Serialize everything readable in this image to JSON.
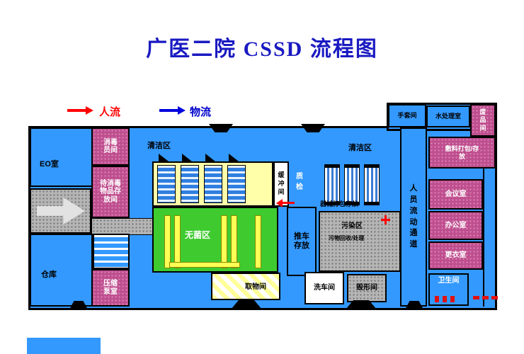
{
  "title": "广医二院 CSSD 流程图",
  "legend": {
    "people": {
      "label": "人流",
      "color": "#ff0000",
      "icon": "right-arrow"
    },
    "material": {
      "label": "物流",
      "color": "#0000dd",
      "icon": "right-arrow"
    }
  },
  "rooms": {
    "eo": "EO室",
    "disinfection_staff": "消毒员间",
    "pending_disinfection_storage": "待消毒物品存放间",
    "warehouse": "仓库",
    "compression_pump": "压缩泵室",
    "clean_area_left": "清洁区",
    "buffer": "缓冲间",
    "quality_check": "质检",
    "sterile_area": "无菌区",
    "cart_storage": "推车存放",
    "pickup": "取物间",
    "clean_area_right": "清洁区",
    "instrument_packing_storage": "器械打包存放",
    "contaminated_area": "污染区",
    "waste_recycle": "污物回收/处理",
    "cart_wash": "洗车间",
    "destruction": "毁形间",
    "personnel_passage": "人员流动通道",
    "glove_room": "手套间",
    "water_treatment": "水处理室",
    "scrap_room": "废品间",
    "dressing_packing": "敷料打包/存放",
    "meeting": "会议室",
    "office": "办公室",
    "changing": "更衣室",
    "toilet": "卫生间"
  },
  "colors": {
    "room_blue": "#3399ff",
    "room_pink": "#bf4e8e",
    "sterile_green": "#3fcb30",
    "equipment_yellow": "#ffffaa",
    "contaminated_gray": "#b5b5b5",
    "flow_red": "#ff0000",
    "flow_blue": "#0000dd",
    "title_blue": "#1a1ac2"
  }
}
